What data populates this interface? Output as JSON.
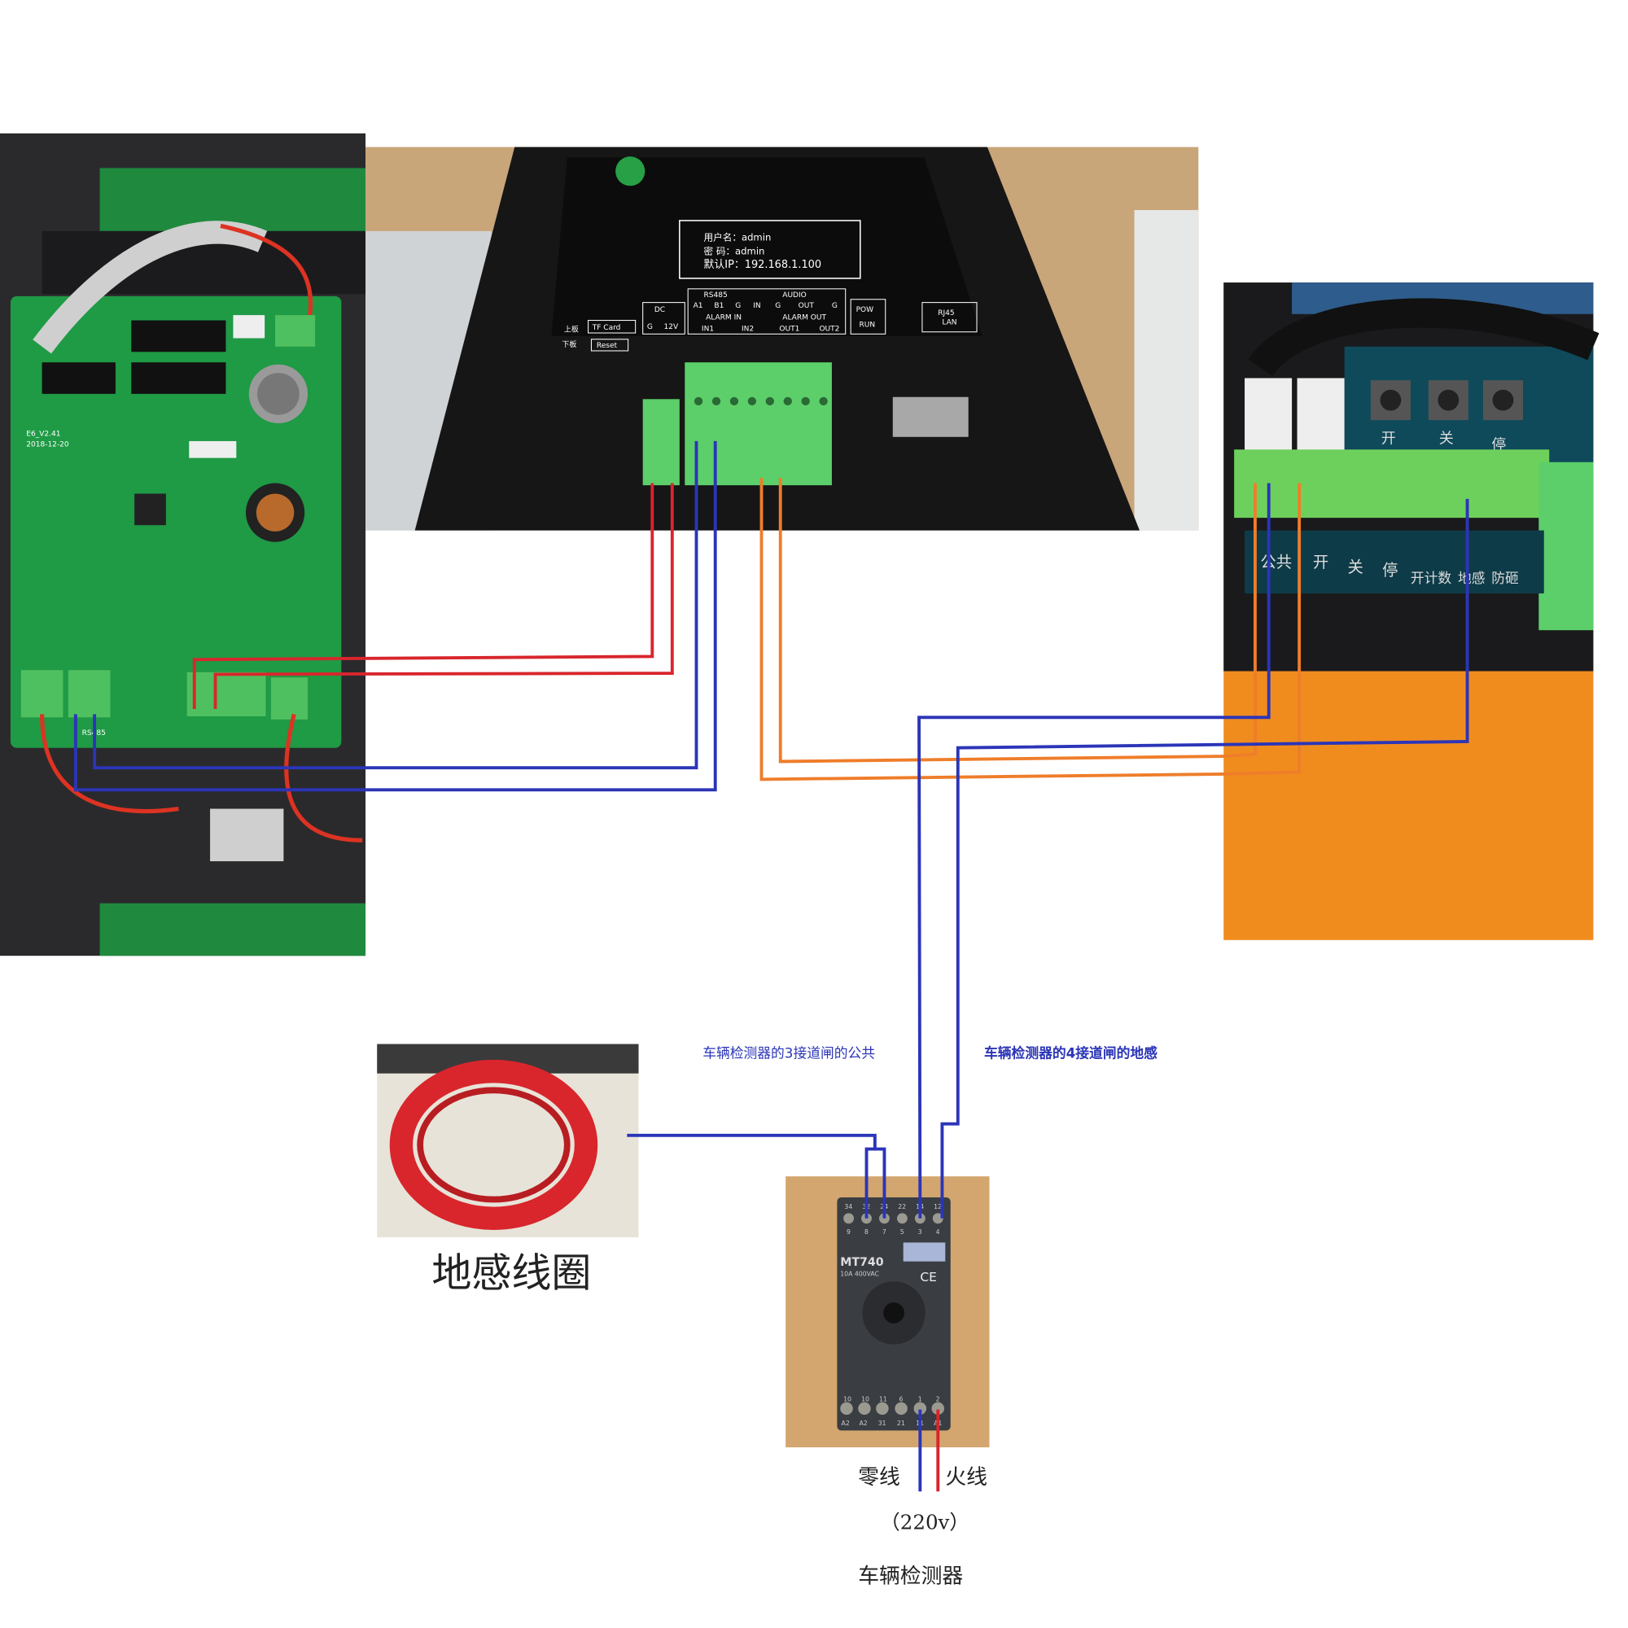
{
  "colors": {
    "red_wire": "#d8262c",
    "blue_wire": "#2b35b8",
    "orange_wire": "#ef7d2a",
    "pcb_green": "#1f9a45",
    "terminal_green": "#5ccf6a"
  },
  "controller": {
    "label_user": "用户名：admin",
    "label_pass": "密    码：admin",
    "label_ip": "默认IP：192.168.1.100",
    "ports": {
      "rs485": "RS485",
      "audio": "AUDIO",
      "dc": "DC",
      "a1": "A1",
      "b1": "B1",
      "g": "G",
      "in": "IN",
      "out": "OUT",
      "alarm_in": "ALARM IN",
      "alarm_out": "ALARM OUT",
      "in1": "IN1",
      "in2": "IN2",
      "out1": "OUT1",
      "out2": "OUT2",
      "v12": "12V",
      "pow": "POW",
      "run": "RUN",
      "rj45": "RJ45",
      "lan": "LAN",
      "tf": "TF Card",
      "reset": "Reset",
      "upper": "上板",
      "lower": "下板"
    }
  },
  "left_board": {
    "version": "E6_V2.41",
    "date": "2018-12-20",
    "rs485": "RS485"
  },
  "gate_board": {
    "terminals": [
      "公共",
      "开",
      "关",
      "停",
      "开计数",
      "地感",
      "防砸"
    ],
    "buttons": [
      "开",
      "关",
      "停"
    ]
  },
  "detector": {
    "model": "MT740",
    "rating": "10A 400VAC",
    "ce": "CE",
    "top_pins": [
      "9",
      "8",
      "7",
      "5",
      "3",
      "4"
    ],
    "top_codes": [
      "34",
      "32",
      "24",
      "22",
      "14",
      "12"
    ],
    "bottom_pins": [
      "10",
      "10",
      "11",
      "6",
      "1",
      "2"
    ],
    "bottom_codes": [
      "A2",
      "A2",
      "31",
      "21",
      "11",
      "A1"
    ]
  },
  "annotations": {
    "common_note": "车辆检测器的3接道闸的公共",
    "loop_note": "车辆检测器的4接道闸的地感",
    "coil_label": "地感线圈",
    "neutral": "零线",
    "live": "火线",
    "voltage": "（220v）",
    "detector_label": "车辆检测器"
  }
}
